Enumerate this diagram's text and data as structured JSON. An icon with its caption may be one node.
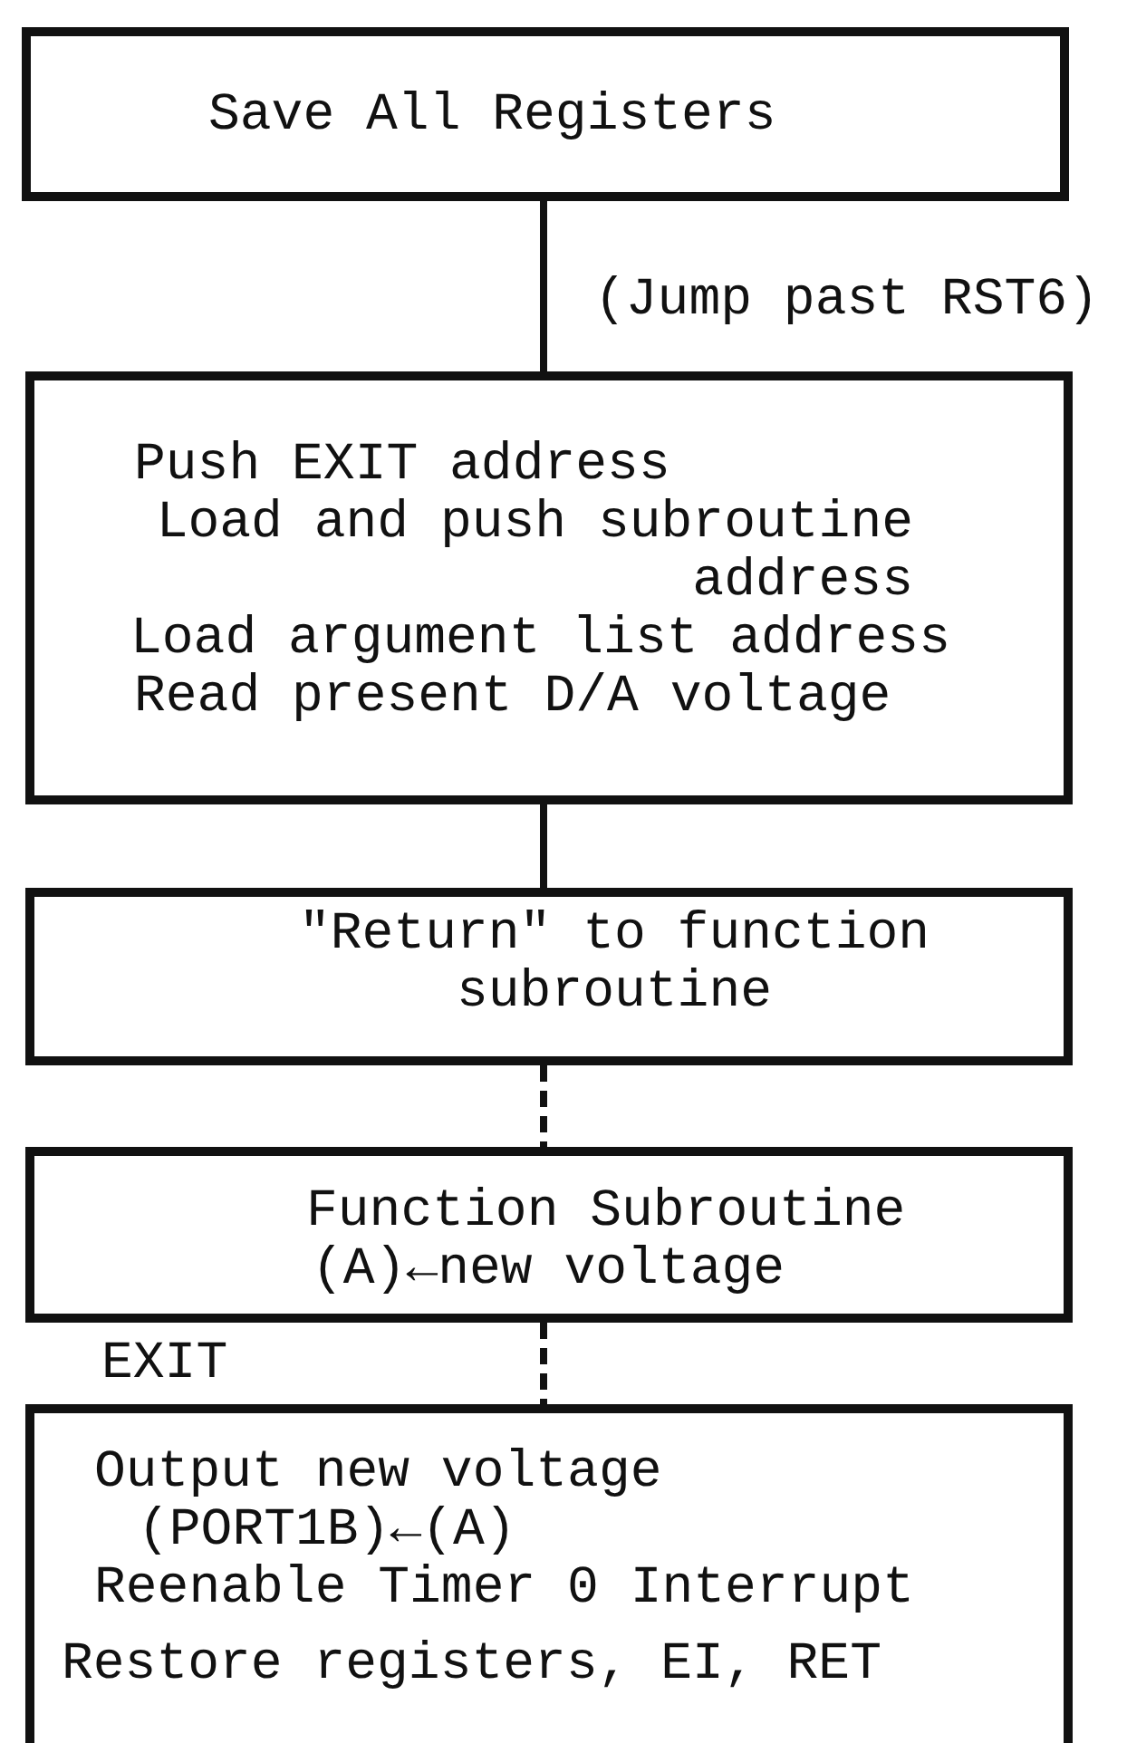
{
  "diagram": {
    "nodes": [
      {
        "text": [
          "Save All Registers"
        ]
      },
      {
        "text": [
          "Push EXIT address",
          "Load and push subroutine address",
          "Load argument list address",
          "Read present D/A voltage"
        ]
      },
      {
        "text": [
          "\"Return\" to function subroutine"
        ]
      },
      {
        "text": [
          "Function Subroutine",
          "(A)←new voltage"
        ]
      },
      {
        "text": [
          "Output new voltage",
          "(PORT1B)←(A)",
          "Reenable Timer 0 Interrupt",
          "Restore registers, EI, RET"
        ],
        "beside": [
          "EXIT"
        ]
      }
    ],
    "edges": [
      {
        "from": 0,
        "to": 1,
        "arrow": "none",
        "label": "(Jump past RST6)"
      },
      {
        "from": 1,
        "to": 2,
        "arrow": "none"
      },
      {
        "from": 2,
        "to": 3,
        "arrow": "none",
        "style": "dashed"
      },
      {
        "from": 3,
        "to": 4,
        "arrow": "none",
        "style": "dashed"
      }
    ]
  }
}
